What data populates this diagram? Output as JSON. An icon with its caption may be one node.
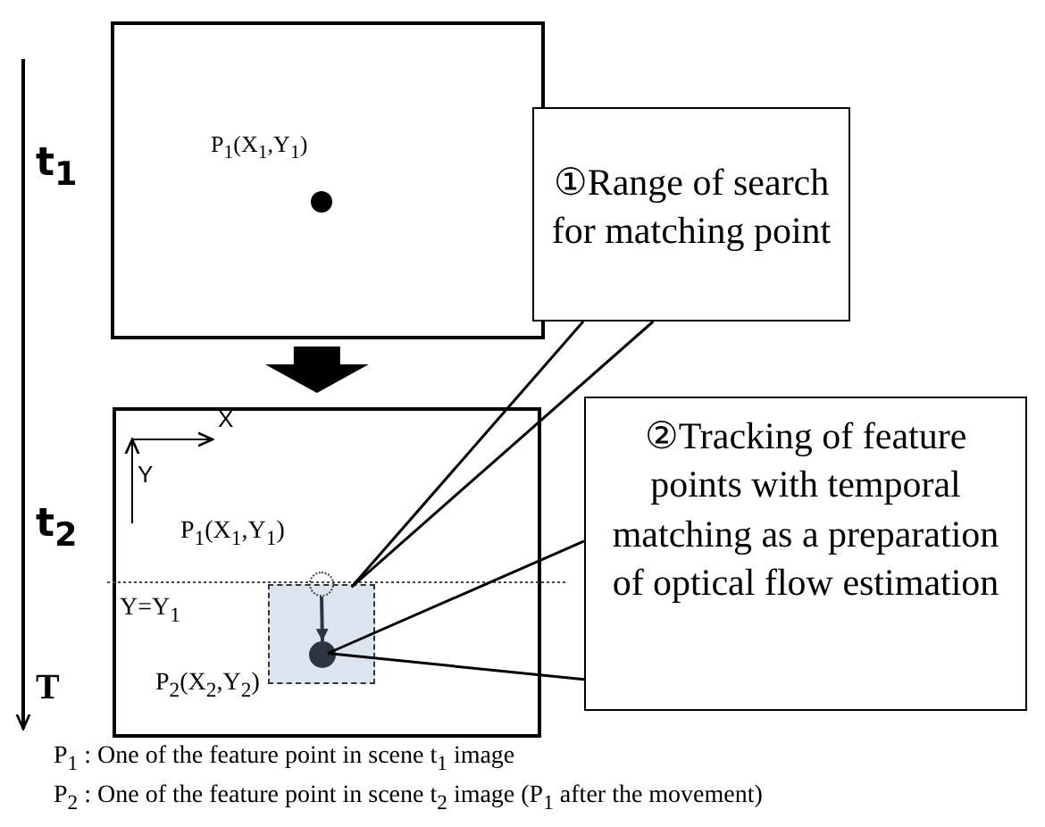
{
  "diagram": {
    "nodes": [
      {
        "text": [],
        "shape": "box"
      },
      {
        "text": [],
        "shape": "box"
      },
      {
        "text": [],
        "shape": "box",
        "in": 1
      },
      {
        "text": [],
        "shape": "circle",
        "in": 1,
        "beside": [
          "P$_{1}$(X$_{1}$,Y$_{1}$)"
        ]
      },
      {
        "text": [],
        "shape": "circle",
        "in": 2,
        "beside": [
          "P$_{2}$(X$_{2}$,Y$_{2}$)"
        ]
      },
      {
        "text": [
          "①Range of search for matching point"
        ]
      },
      {
        "text": [
          "②Tracking of feature points with temporal matching as a preparation of optical flow estimation"
        ]
      }
    ],
    "edges": [
      {
        "from": 0,
        "to": 1,
        "arrow": "to",
        "style": "thick"
      },
      {
        "from": 5,
        "to": 2,
        "arrow": "none"
      },
      {
        "from": 6,
        "to": 4,
        "arrow": "none"
      },
      {
        "from": 3,
        "to": 4,
        "arrow": "to"
      }
    ],
    "labels": [
      "t$_{1}$",
      "P$_{1}$(X$_{1}$,Y$_{1}$)",
      "X",
      "Y",
      "t$_{2}$",
      "Y=Y$_{1}$",
      "T",
      "P$_{1}$ : One of the feature point in scene t$_{1}$ image",
      "P$_{2}$ : One of the feature point in scene t$_{2}$ image (P$_{1}$ after the movement)"
    ]
  }
}
